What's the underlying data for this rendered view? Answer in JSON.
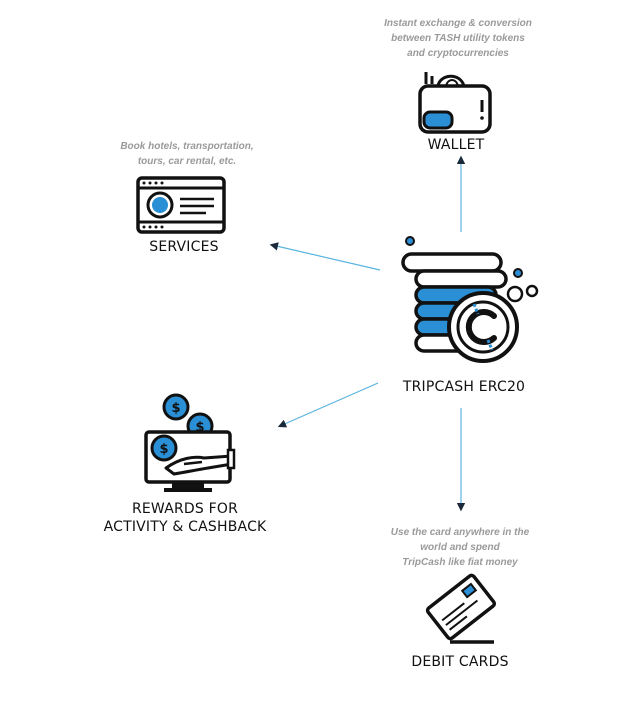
{
  "diagram": {
    "center": {
      "label": "TRIPCASH ERC20"
    },
    "nodes": [
      {
        "id": "wallet",
        "label": "WALLET",
        "caption": [
          "Instant exchange & conversion",
          "between TASH utility tokens",
          "and cryptocurrencies"
        ]
      },
      {
        "id": "services",
        "label": "SERVICES",
        "caption": [
          "Book hotels, transportation,",
          "tours, car rental, etc."
        ]
      },
      {
        "id": "rewards",
        "label": [
          "REWARDS FOR",
          "ACTIVITY & CASHBACK"
        ]
      },
      {
        "id": "debit",
        "label": "DEBIT CARDS",
        "caption": [
          "Use the card anywhere in the",
          "world and spend",
          "TripCash like fiat money"
        ]
      }
    ],
    "edges": [
      {
        "from": "center",
        "to": "wallet"
      },
      {
        "from": "center",
        "to": "services"
      },
      {
        "from": "center",
        "to": "rewards"
      },
      {
        "from": "center",
        "to": "debit"
      }
    ],
    "colors": {
      "accent": "#2b8fd6",
      "line": "#5ab4e0",
      "ink": "#111111",
      "caption": "#9a9a9a"
    },
    "icons": {
      "center": "coin-stack-icon",
      "wallet": "wallet-icon",
      "services": "ticket-icon",
      "rewards": "cashback-hand-icon",
      "debit": "credit-card-icon"
    }
  }
}
